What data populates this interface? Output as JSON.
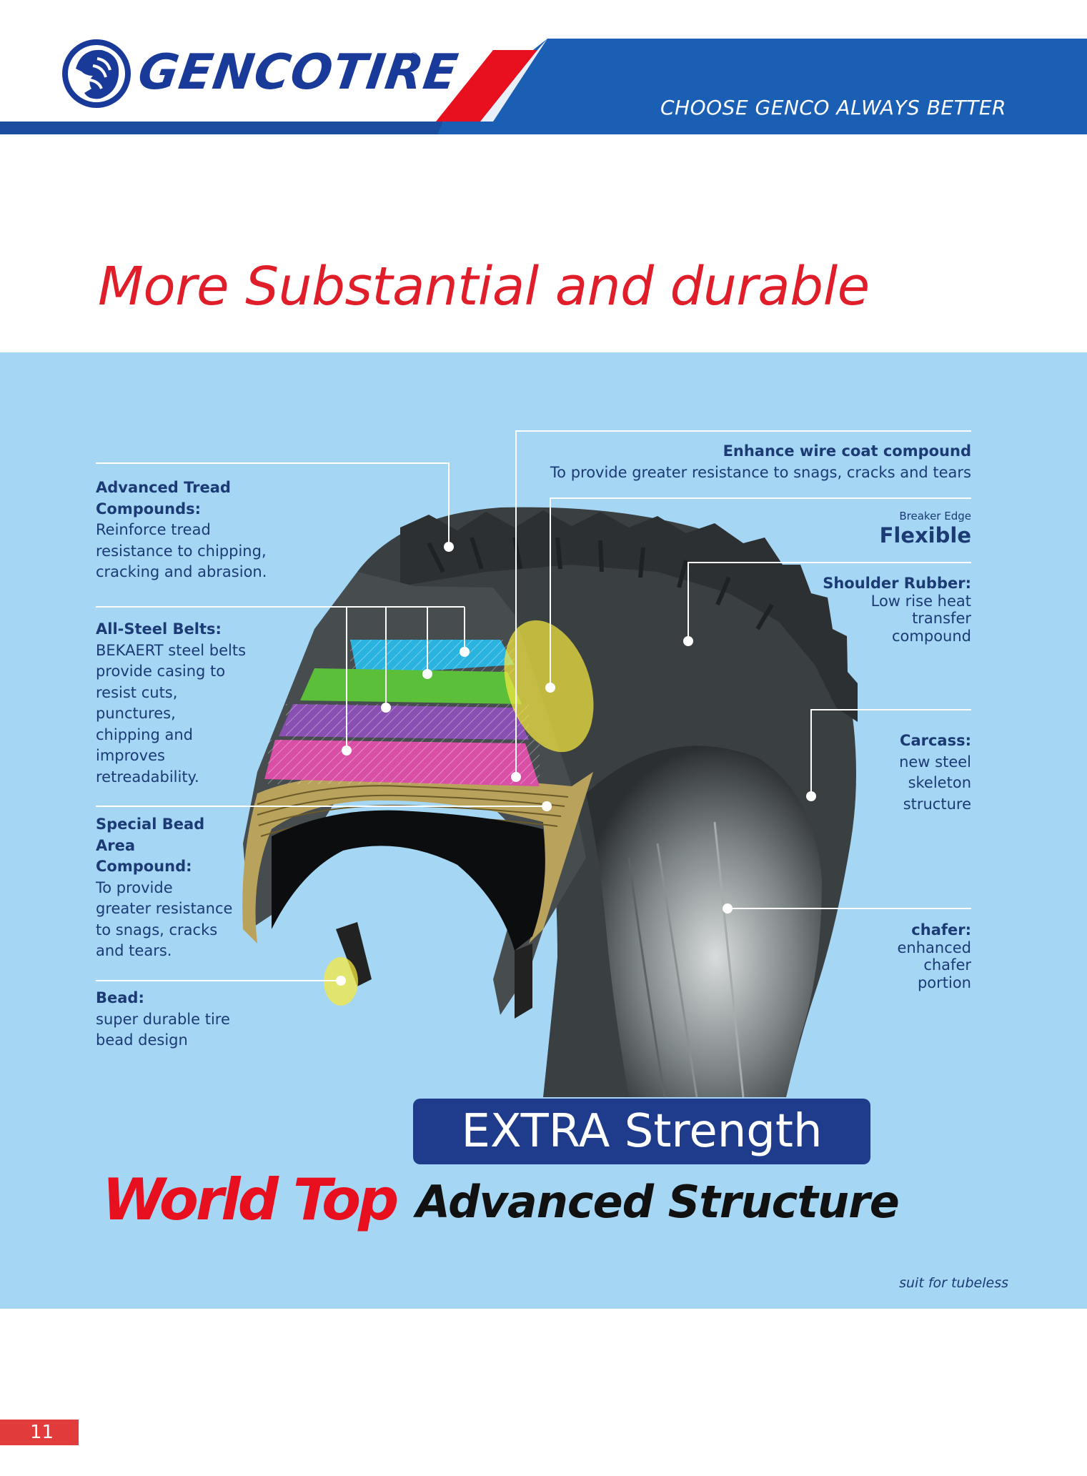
{
  "header": {
    "brand": "GENCOTIRE",
    "registered_mark": "®",
    "tagline": "CHOOSE GENCO  ALWAYS BETTER",
    "logo_icon": "lion-head-icon",
    "colors": {
      "brand_blue": "#1a3a9a",
      "band_blue": "#1a5fb4",
      "accent_red": "#e8101e"
    }
  },
  "headline": "More Substantial and durable",
  "labels": {
    "advanced_tread": {
      "title": "Advanced Tread Compounds:",
      "lines": [
        "Reinforce tread",
        "resistance to chipping,",
        "cracking and abrasion."
      ]
    },
    "all_steel": {
      "title": "All-Steel Belts:",
      "lines": [
        "BEKAERT steel belts",
        "provide casing to",
        "resist cuts,",
        "punctures,",
        "chipping and",
        "improves",
        "retreadability."
      ]
    },
    "special_bead": {
      "title_lines": [
        "Special Bead",
        "Area",
        "Compound:"
      ],
      "lines": [
        "To provide",
        "greater resistance",
        "to snags, cracks",
        "and tears."
      ]
    },
    "bead": {
      "title": "Bead:",
      "lines": [
        "super durable tire",
        "bead design"
      ]
    },
    "enhance_wire": {
      "title": "Enhance wire coat compound",
      "text": "To provide greater resistance to snags, cracks and tears"
    },
    "breaker_edge": {
      "small": "Breaker Edge",
      "large": "Flexible"
    },
    "shoulder": {
      "title": "Shoulder Rubber:",
      "lines": [
        "Low rise heat",
        "transfer",
        "compound"
      ]
    },
    "carcass": {
      "title": "Carcass:",
      "lines": [
        "new steel",
        "skeleton",
        "structure"
      ]
    },
    "chafer": {
      "title": "chafer:",
      "lines": [
        "enhanced",
        "chafer",
        "portion"
      ]
    }
  },
  "extra_strength": "EXTRA Strength",
  "world_top": "World Top",
  "advanced_structure": "Advanced Structure",
  "note": "suit for tubeless",
  "page_number": "11"
}
